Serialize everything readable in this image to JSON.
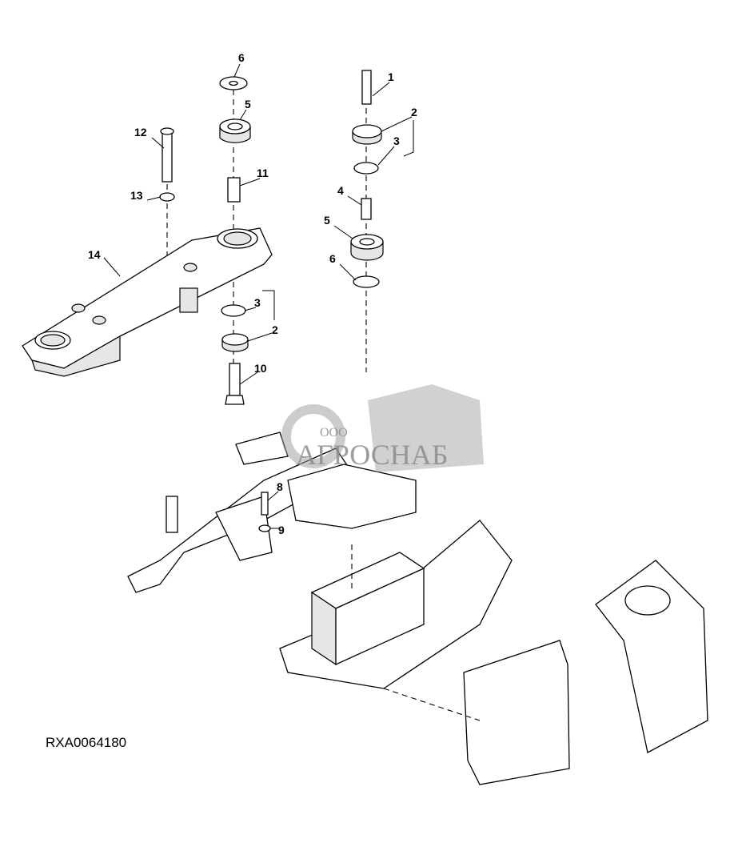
{
  "figure_id": "RXA0064180",
  "watermark": {
    "prefix": "ООО",
    "name": "АГРОСНАБ"
  },
  "callouts": {
    "left_stack": {
      "c6": "6",
      "c5": "5",
      "c11": "11",
      "c3": "3",
      "c2": "2",
      "c10": "10"
    },
    "left_bracket": {
      "c12": "12",
      "c13": "13",
      "c14": "14"
    },
    "right_stack": {
      "c1": "1",
      "c2": "2",
      "c3": "3",
      "c4": "4",
      "c5": "5",
      "c6": "6"
    },
    "frame": {
      "c8": "8",
      "c9": "9"
    }
  }
}
